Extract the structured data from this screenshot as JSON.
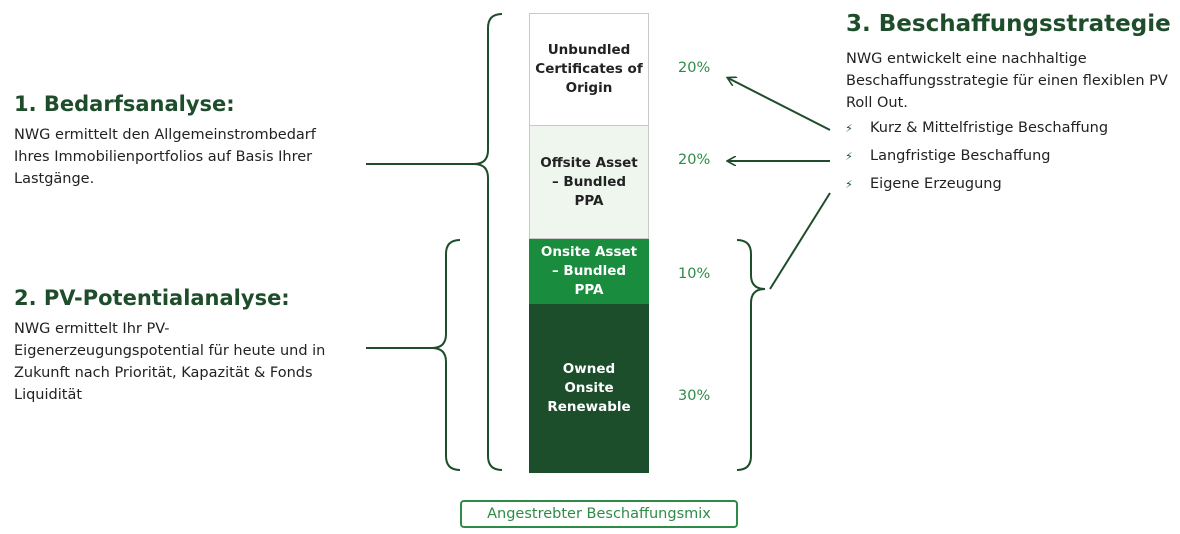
{
  "section1": {
    "title": "1. Bedarfsanalyse:",
    "text": "NWG ermittelt den Allgemeinstrombedarf Ihres Immobilienportfolios auf Basis Ihrer Lastgänge."
  },
  "section2": {
    "title": "2. PV-Potentialanalyse:",
    "text": "NWG ermittelt Ihr PV-Eigenerzeugungspotential für heute und in Zukunft nach Priorität, Kapazität & Fonds Liquidität"
  },
  "section3": {
    "title": "3. Beschaffungsstrategie",
    "text": "NWG entwickelt eine nachhaltige Beschaffungsstrategie für einen flexiblen PV Roll Out.",
    "bullets": [
      "Kurz & Mittelfristige Beschaffung",
      "Langfristige Beschaffung",
      "Eigene Erzeugung"
    ]
  },
  "stack": {
    "segments": [
      {
        "label": "Unbundled Certificates of Origin",
        "percent": "20%",
        "fill": "#ffffff",
        "text_color": "#222222"
      },
      {
        "label": "Offsite Asset – Bundled PPA",
        "percent": "20%",
        "fill": "#eff6ee",
        "text_color": "#222222"
      },
      {
        "label": "Onsite Asset – Bundled PPA",
        "percent": "10%",
        "fill": "#198c3e",
        "text_color": "#ffffff"
      },
      {
        "label": "Owned Onsite Renewable",
        "percent": "30%",
        "fill": "#1c4e2c",
        "text_color": "#ffffff"
      }
    ]
  },
  "footer": {
    "label": "Angestrebter Beschaffungsmix"
  },
  "colors": {
    "dark_green": "#1e4d2b",
    "accent_green": "#2e8b47"
  },
  "icons": {
    "bullet": "lightning-bolt-icon"
  }
}
